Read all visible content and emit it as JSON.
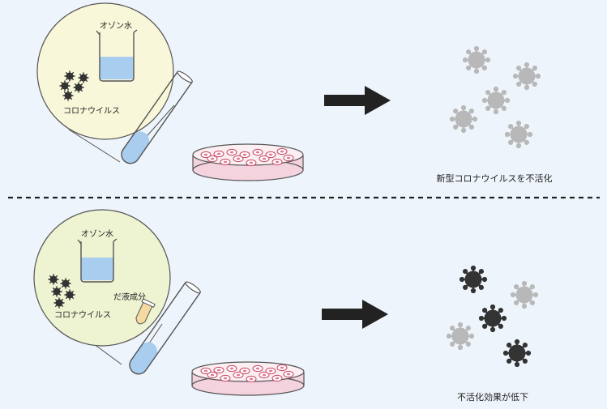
{
  "top_panel": {
    "beaker_label": "オゾン水",
    "virus_label": "コロナウイルス",
    "result_label": "新型コロナウイルスを不活化"
  },
  "bottom_panel": {
    "beaker_label": "オゾン水",
    "virus_label": "コロナウイルス",
    "saliva_label": "だ液成分",
    "result_label": "不活化効果が低下"
  },
  "colors": {
    "background": "#eef4fb",
    "top_circle_fill": "#f8f7d9",
    "bottom_circle_fill": "#eef3d2",
    "water": "#a9cdef",
    "dish_fill": "#f4d3df",
    "cell": "#e57b93",
    "arrow": "#222222",
    "virus_inactive": "#b8b8b8",
    "virus_active": "#333333",
    "saliva": "#f5d9a0"
  },
  "icons": {
    "virus": "coronavirus-icon",
    "arrow": "right-arrow-icon",
    "beaker": "beaker-icon",
    "test_tube": "test-tube-icon",
    "petri_dish": "petri-dish-icon",
    "saliva_tube": "sample-tube-icon"
  }
}
